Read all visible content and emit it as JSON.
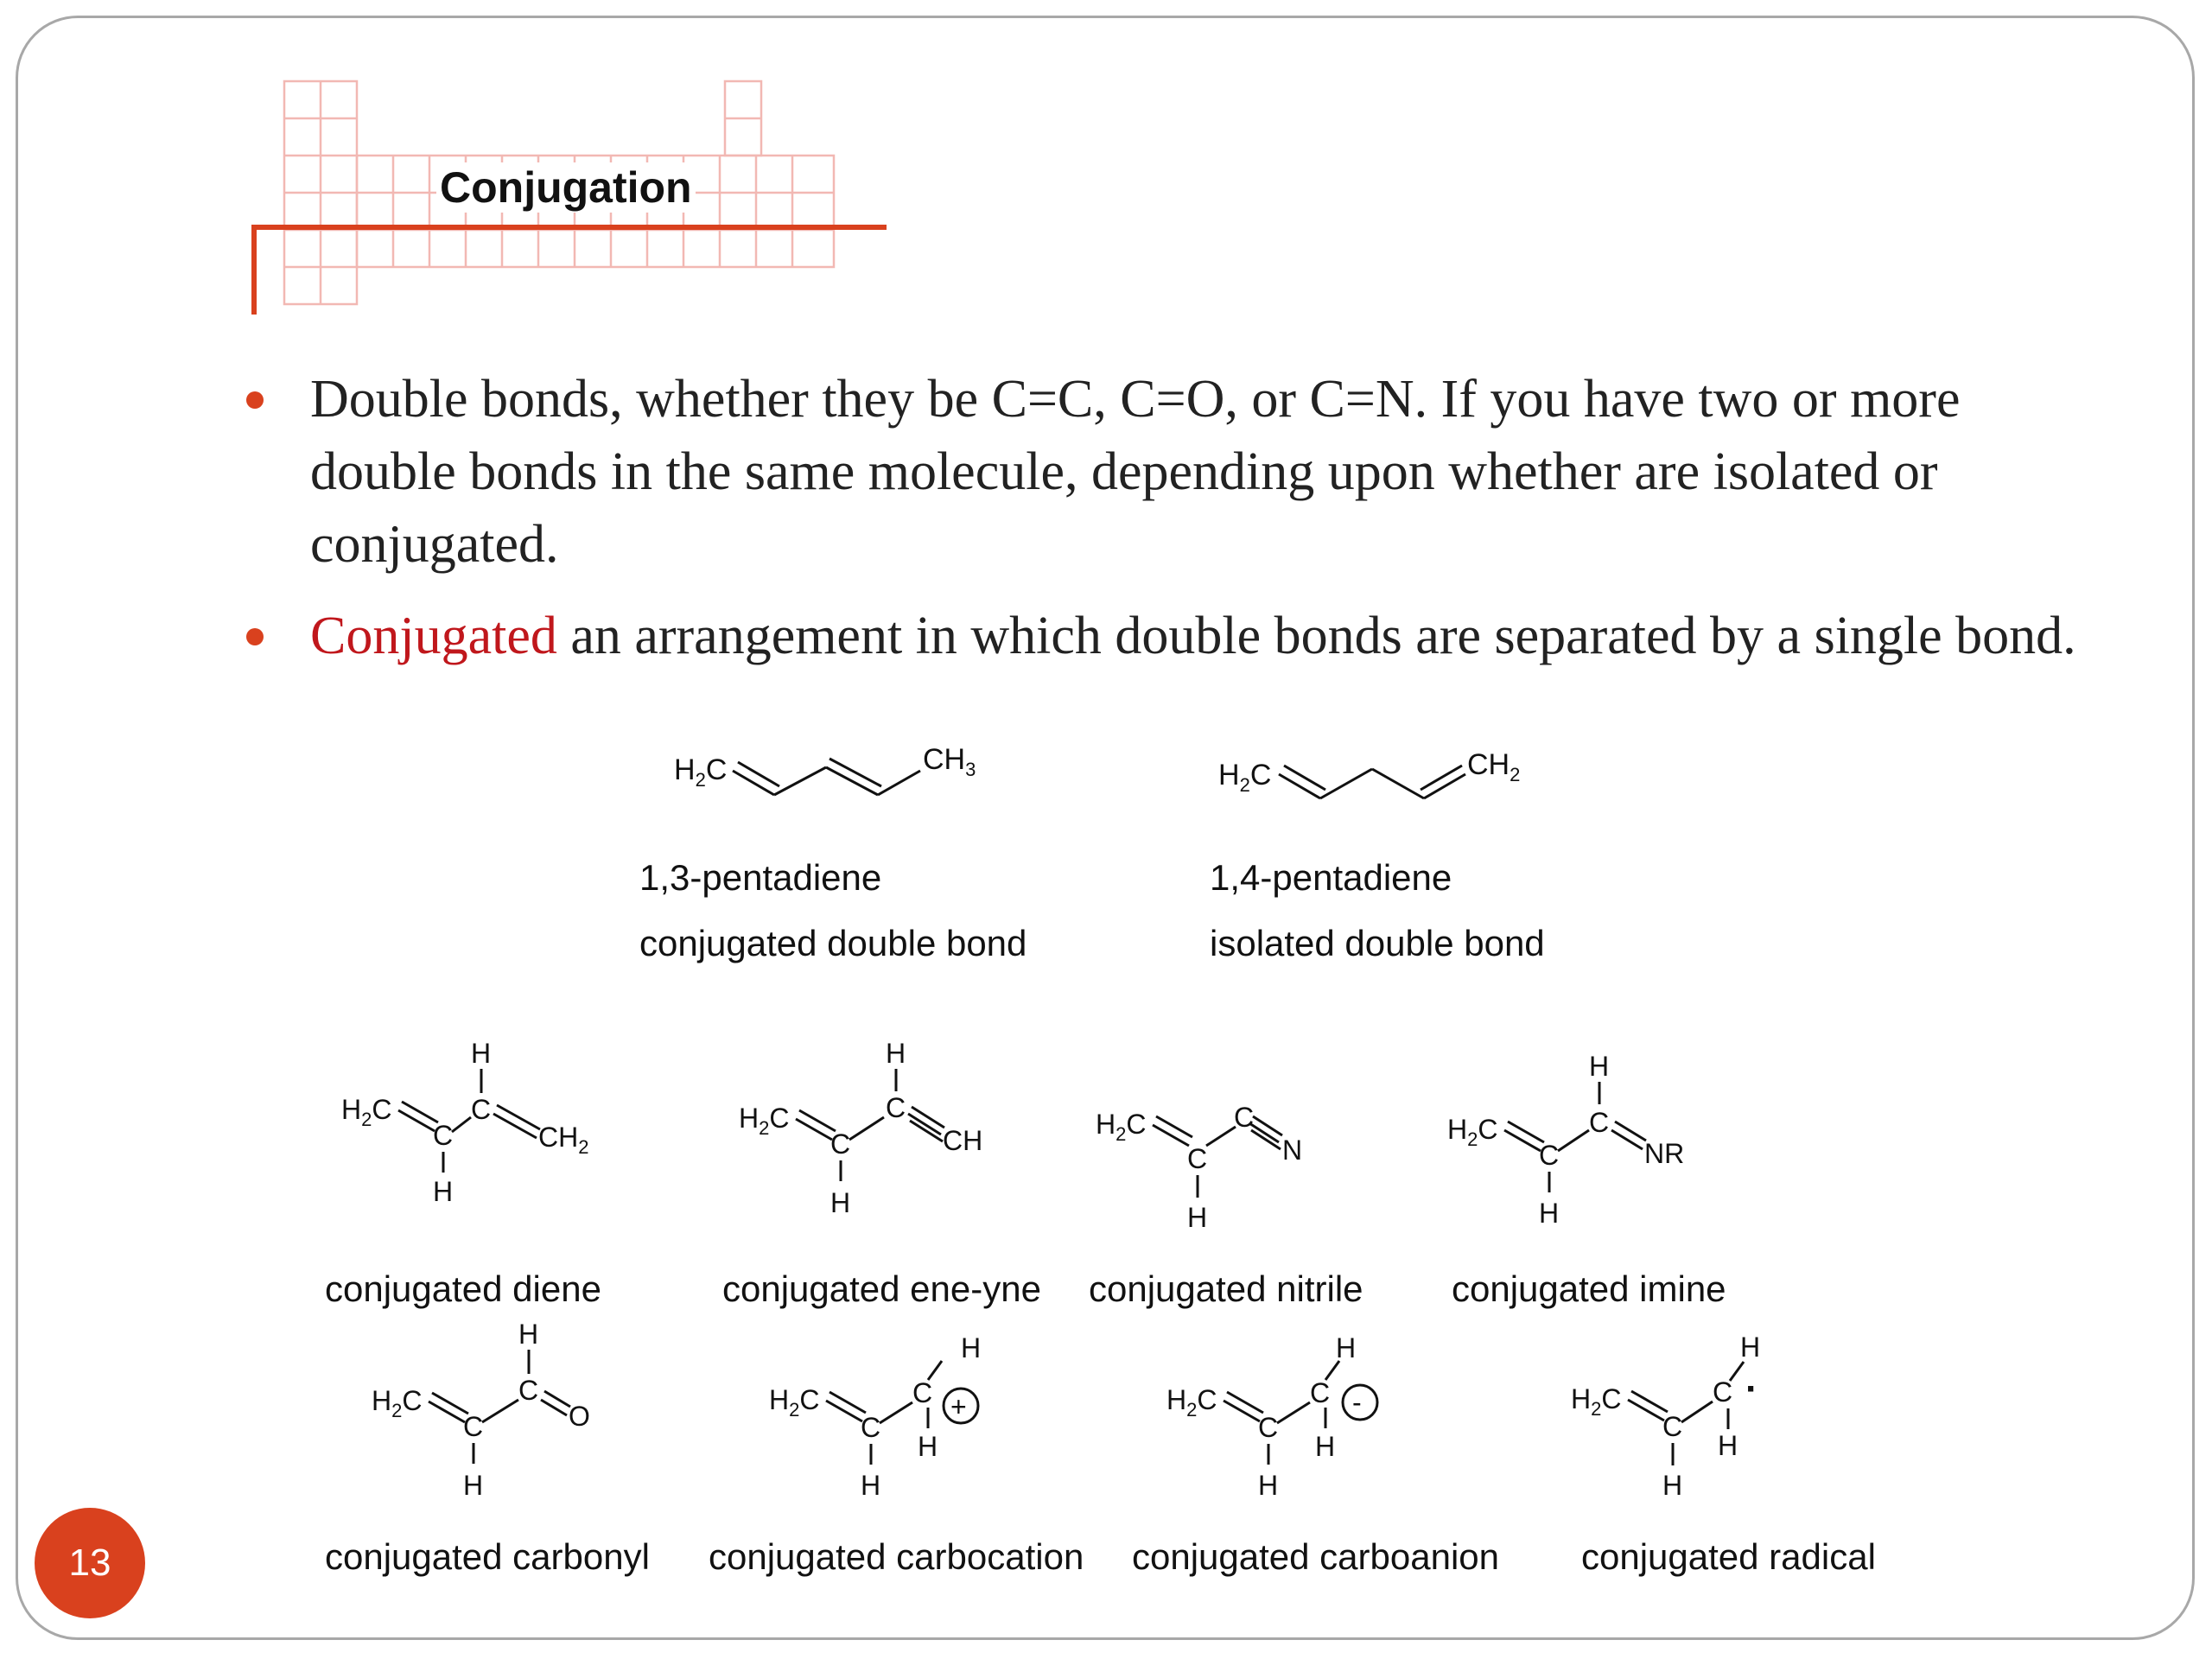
{
  "slide": {
    "title": "Conjugation",
    "page_number": "13",
    "accent_color": "#d9411e",
    "highlight_color": "#c0171c"
  },
  "bullets": [
    {
      "text": "Double bonds, whether they be C=C, C=O, or C=N. If you have two or more double bonds in the same molecule, depending upon whether are isolated or conjugated."
    },
    {
      "highlight": "Conjugated",
      "text": " an arrangement in which double bonds are separated by a single bond."
    }
  ],
  "pentadienes": [
    {
      "name": "1,3-pentadiene",
      "description": "conjugated double bond",
      "left_group": "H2C",
      "right_group": "CH3"
    },
    {
      "name": "1,4-pentadiene",
      "description": "isolated double bond",
      "left_group": "H2C",
      "right_group": "CH2"
    }
  ],
  "examples": [
    {
      "caption": "conjugated diene",
      "terminal": "CH2"
    },
    {
      "caption": "conjugated ene-yne",
      "terminal": "CH"
    },
    {
      "caption": "conjugated  nitrile",
      "terminal": "N"
    },
    {
      "caption": "conjugated  imine",
      "terminal": "NR"
    },
    {
      "caption": "conjugated carbonyl",
      "terminal": "O"
    },
    {
      "caption": "conjugated carbocation",
      "charge": "+"
    },
    {
      "caption": "conjugated carboanion",
      "charge": "-"
    },
    {
      "caption": "conjugated  radical",
      "radical_dot": "·"
    }
  ],
  "atoms": {
    "H": "H",
    "C": "C",
    "H2C": "H2C"
  }
}
